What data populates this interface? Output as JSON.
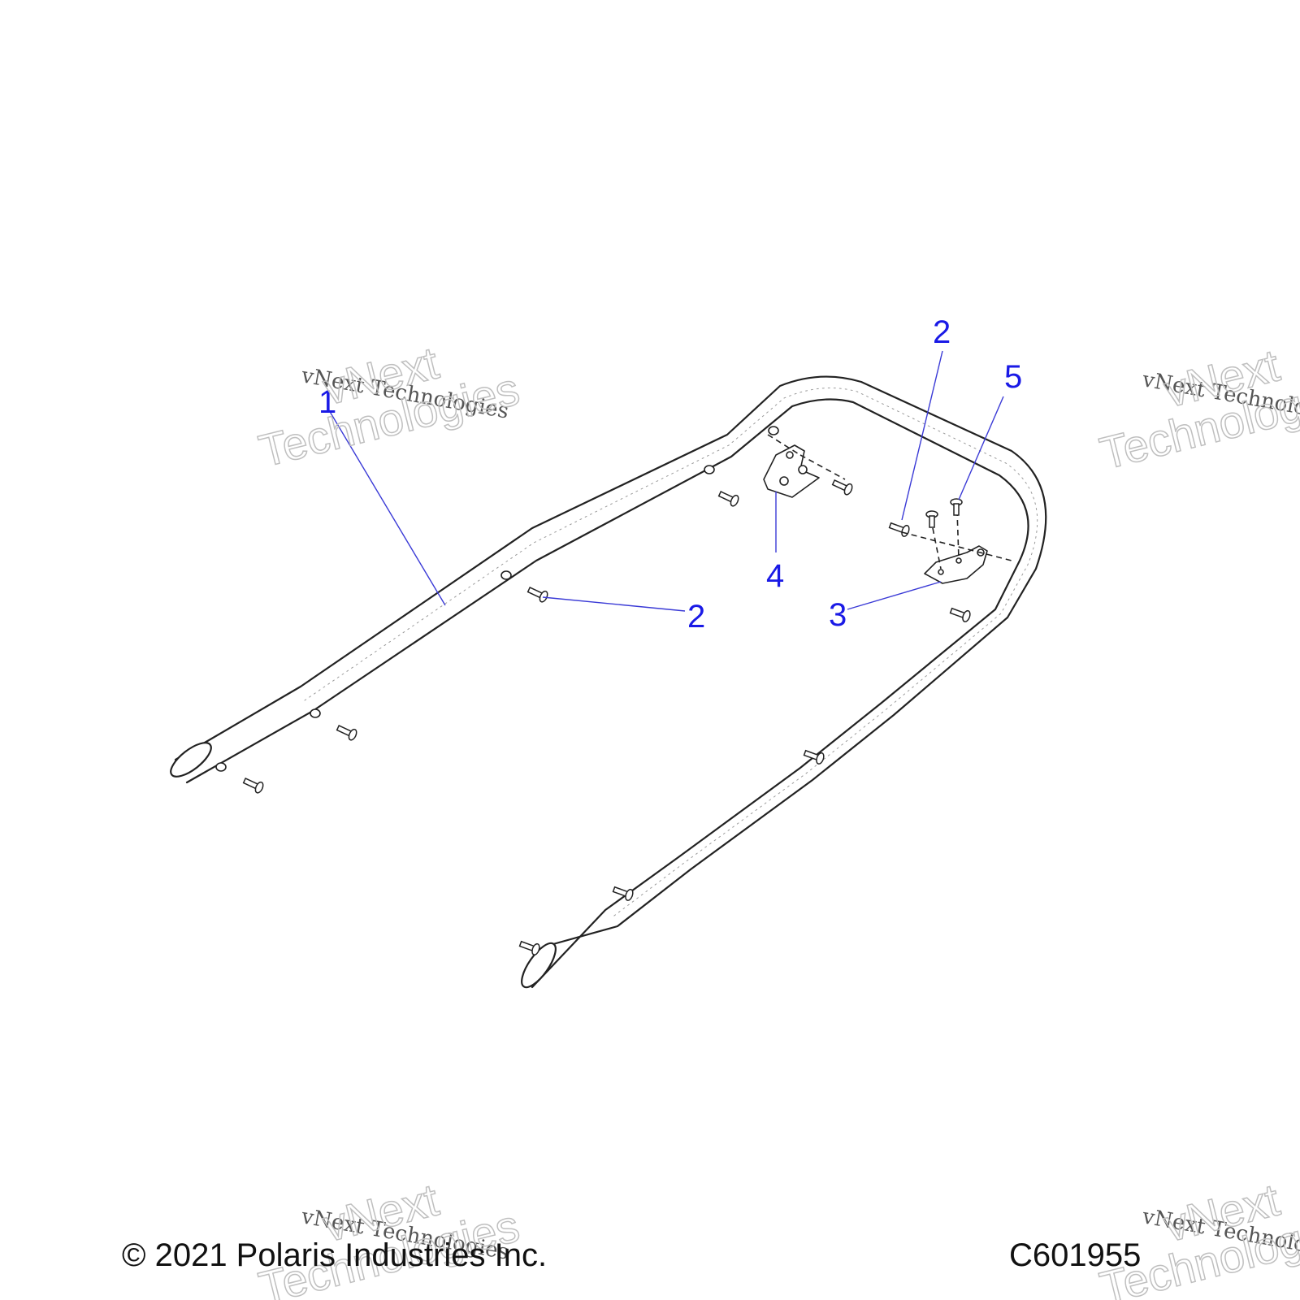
{
  "callouts": [
    {
      "id": "c1",
      "text": "1"
    },
    {
      "id": "c2a",
      "text": "2"
    },
    {
      "id": "c2b",
      "text": "2"
    },
    {
      "id": "c3",
      "text": "3"
    },
    {
      "id": "c4",
      "text": "4"
    },
    {
      "id": "c5",
      "text": "5"
    }
  ],
  "footer": {
    "copyright": "© 2021 Polaris Industries Inc.",
    "figure_code": "C601955"
  },
  "watermark": {
    "line_small": "vNext Technologies",
    "word1": "vNext",
    "word2": "Technologies"
  },
  "colors": {
    "callout": "#1a1ae6",
    "leader": "#3a3ad6",
    "outline": "#222222"
  }
}
